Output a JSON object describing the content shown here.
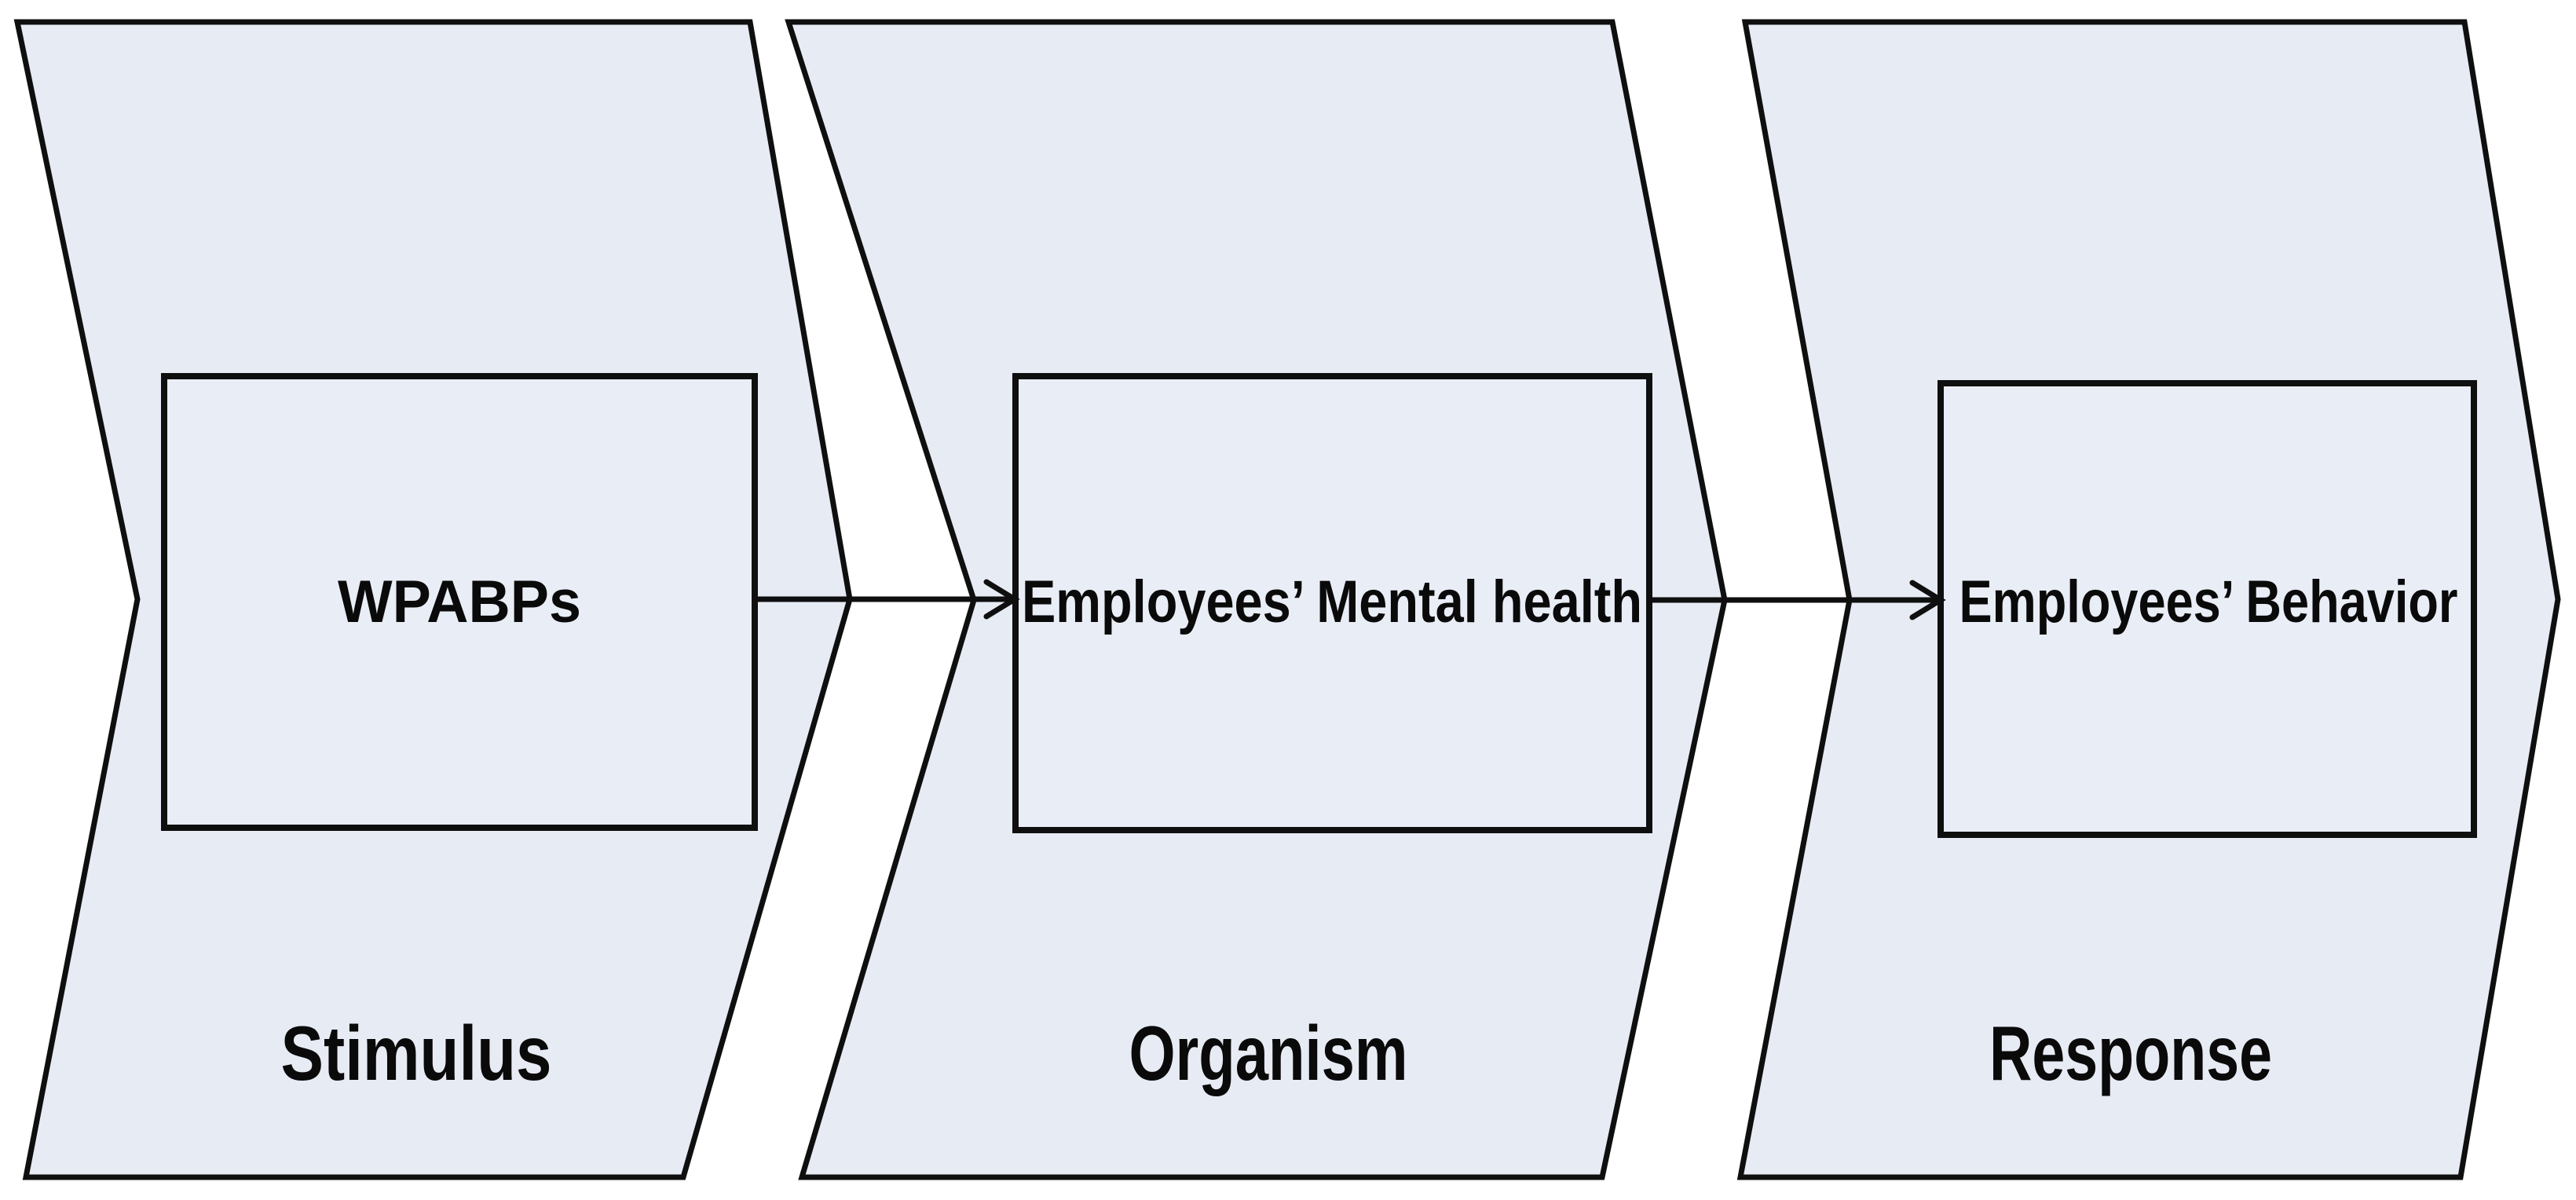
{
  "colors": {
    "shape_fill": "#e7ebf4",
    "box_fill": "#e9edf6",
    "outline": "#0f0f0f",
    "text": "#0a0a0a",
    "background": "#ffffff"
  },
  "stages": [
    {
      "id": "stimulus",
      "box_label": "WPABPs",
      "stage_label": "Stimulus"
    },
    {
      "id": "organism",
      "box_label": "Employees’ Mental health",
      "stage_label": "Organism"
    },
    {
      "id": "response",
      "box_label": "Employees’ Behavior",
      "stage_label": "Response"
    }
  ],
  "arrows": [
    {
      "from": "WPABPs",
      "to": "Employees’ Mental health"
    },
    {
      "from": "Employees’ Mental health",
      "to": "Employees’ Behavior"
    }
  ]
}
